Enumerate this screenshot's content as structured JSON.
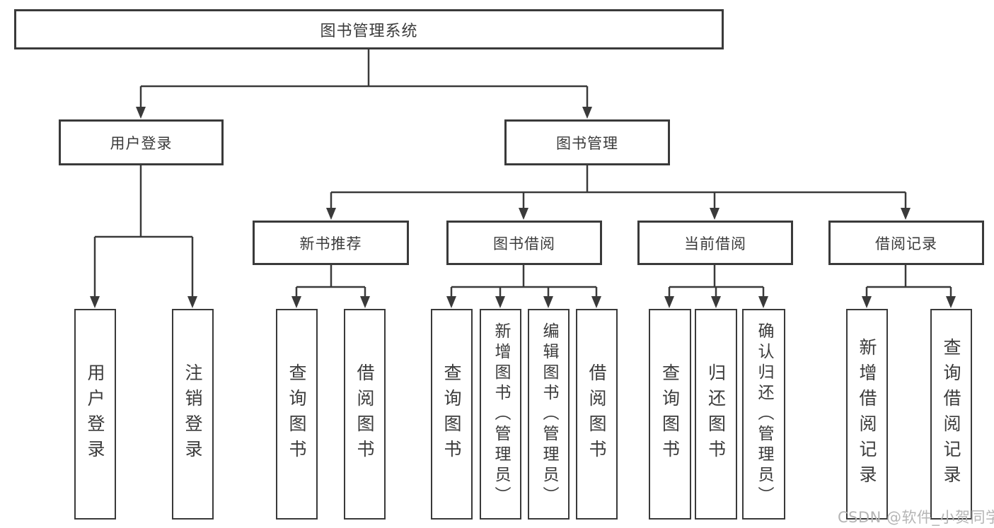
{
  "diagram": {
    "title": "图书管理系统",
    "nodes": {
      "root": "图书管理系统",
      "user_login": "用户登录",
      "book_mgmt": "图书管理",
      "new_book": "新书推荐",
      "book_borrow": "图书借阅",
      "current_borrow": "当前借阅",
      "borrow_record": "借阅记录",
      "leaf_user_login": "用户登录",
      "leaf_logout": "注销登录",
      "leaf_nb_query": "查询图书",
      "leaf_nb_borrow": "借阅图书",
      "leaf_bb_query": "查询图书",
      "leaf_bb_add": "新增图书（管理员）",
      "leaf_bb_edit": "编辑图书（管理员）",
      "leaf_bb_borrow": "借阅图书",
      "leaf_cb_query": "查询图书",
      "leaf_cb_return": "归还图书",
      "leaf_cb_confirm": "确认归还（管理员）",
      "leaf_br_add": "新增借阅记录",
      "leaf_br_query": "查询借阅记录"
    }
  },
  "watermark": "CSDN @软件_小贺同学",
  "colors": {
    "line": "#3a3a3a",
    "text": "#3b3b3b",
    "watermark": "#b5b5b5",
    "background": "#ffffff"
  }
}
